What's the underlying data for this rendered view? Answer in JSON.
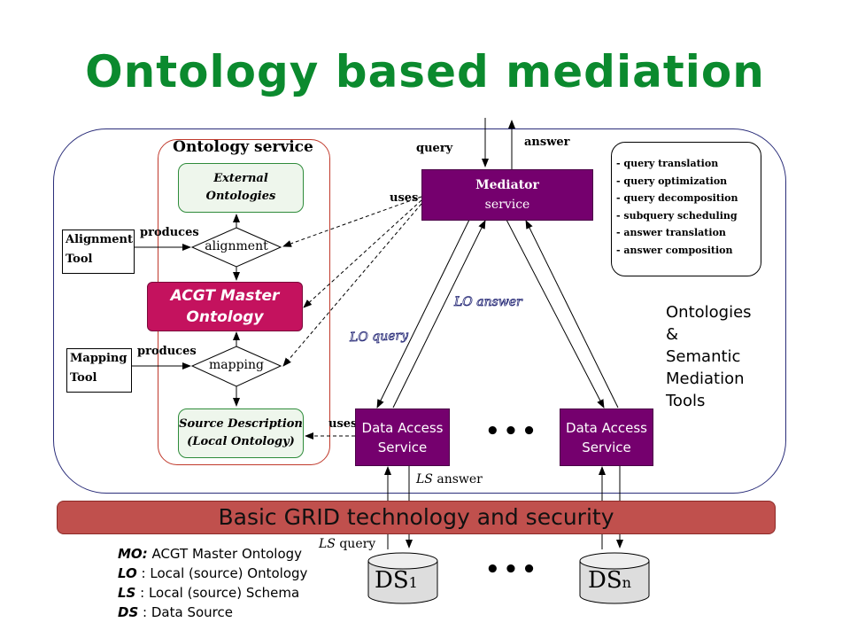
{
  "title": "Ontology based mediation",
  "ontology_service": {
    "title": "Ontology service",
    "external_ontologies": [
      "External",
      "Ontologies"
    ],
    "alignment": "alignment",
    "master_ontology": [
      "ACGT Master",
      "Ontology"
    ],
    "mapping": "mapping",
    "source_description": [
      "Source Description",
      "(Local Ontology)"
    ]
  },
  "alignment_tool": [
    "Alignment",
    "Tool"
  ],
  "mapping_tool": [
    "Mapping",
    "Tool"
  ],
  "produces_label": "produces",
  "uses_label": "uses",
  "mediator": {
    "line1": "Mediator",
    "line2": "service"
  },
  "query_label": "query",
  "answer_label": "answer",
  "features": [
    "- query translation",
    "- query optimization",
    "- query decomposition",
    "- subquery scheduling",
    "- answer translation",
    "- answer composition"
  ],
  "tools_caption": [
    "Ontologies",
    "&",
    "Semantic",
    "Mediation",
    "Tools"
  ],
  "lo_query": "LO query",
  "lo_answer": "LO answer",
  "data_access": [
    "Data Access",
    "Service"
  ],
  "ellipsis": "•••",
  "ls_answer": {
    "prefix": "LS",
    "text": " answer"
  },
  "ls_query": {
    "prefix": "LS",
    "text": " query"
  },
  "grid_bar": "Basic GRID technology and security",
  "datasources": [
    {
      "name": "DS",
      "sub": "1"
    },
    {
      "name": "DS",
      "sub": "n"
    }
  ],
  "legend": [
    {
      "key": "MO",
      "sep": ":",
      "text": " ACGT Master Ontology"
    },
    {
      "key": "LO",
      "sep": "",
      "text": " : Local (source) Ontology"
    },
    {
      "key": "LS",
      "sep": "",
      "text": "  : Local (source) Schema"
    },
    {
      "key": "DS",
      "sep": "",
      "text": "  : Data Source"
    }
  ],
  "colors": {
    "title": "#0b8a2e",
    "purple": "#75006e",
    "master": "#c4125e",
    "grid_bar": "#c0504d"
  }
}
